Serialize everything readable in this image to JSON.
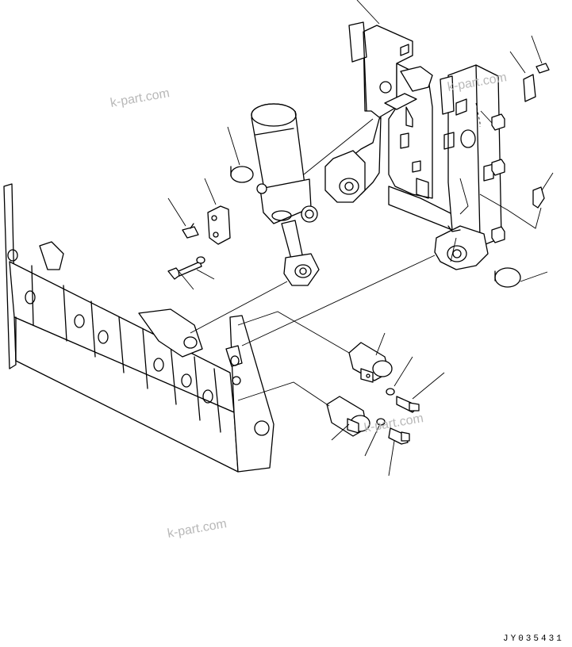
{
  "drawing_code": "JY035431",
  "watermarks": [
    "k-part.com",
    "k-part.com",
    "k-part.com",
    "k-part.com"
  ],
  "colors": {
    "line": "#000000",
    "watermark": "#b8b8b8",
    "background": "#ffffff"
  }
}
